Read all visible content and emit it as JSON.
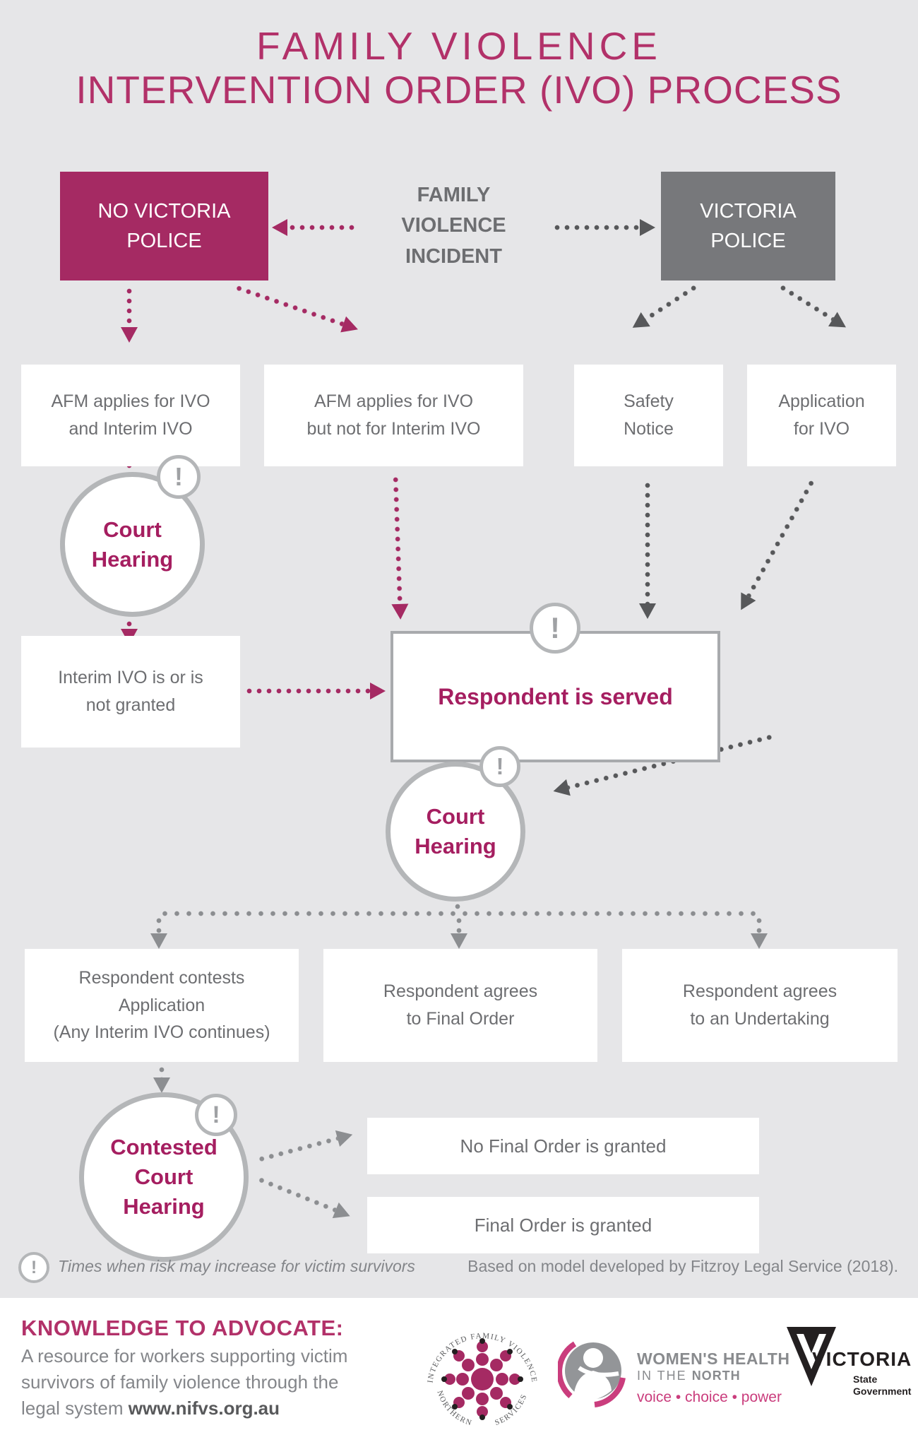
{
  "title": {
    "line1": "FAMILY VIOLENCE",
    "line2": "INTERVENTION ORDER (IVO) PROCESS"
  },
  "nodes": {
    "no_police": "NO VICTORIA\nPOLICE",
    "incident": "FAMILY\nVIOLENCE\nINCIDENT",
    "police": "VICTORIA\nPOLICE",
    "afm_interim": "AFM applies for IVO\nand Interim IVO",
    "afm_no_interim": "AFM applies for IVO\nbut not for Interim IVO",
    "safety_notice": "Safety\nNotice",
    "application_ivo": "Application\nfor IVO",
    "court_hearing": "Court\nHearing",
    "interim_outcome": "Interim IVO is or is\nnot granted",
    "respondent_served": "Respondent is served",
    "contests": "Respondent contests\nApplication\n(Any Interim IVO continues)",
    "agrees_final": "Respondent agrees\nto Final Order",
    "agrees_undertaking": "Respondent agrees\nto an Undertaking",
    "contested_hearing": "Contested\nCourt\nHearing",
    "no_final_order": "No Final Order is granted",
    "final_order": "Final Order is granted"
  },
  "icons": {
    "exclamation": "!"
  },
  "legend": {
    "risk_note": "Times when risk may increase for victim survivors",
    "credit": "Based on model developed by Fitzroy Legal Service (2018)."
  },
  "footer": {
    "heading": "KNOWLEDGE TO ADVOCATE:",
    "line1": "A resource for workers supporting victim",
    "line2": "survivors of family violence through the",
    "line3_prefix": "legal system ",
    "website": "www.nifvs.org.au",
    "logos": {
      "nifvs_arc_top": "INTEGRATED FAMILY VIOLENCE",
      "nifvs_arc_left": "NORTHERN",
      "nifvs_arc_right": "SERVICES",
      "whin_name": "WOMEN'S HEALTH",
      "whin_line2a": "IN THE ",
      "whin_line2b": "NORTH",
      "whin_tagline": "voice • choice • power",
      "victoria_name": "VICTORIA",
      "victoria_sub1": "State",
      "victoria_sub2": "Government"
    }
  },
  "colors": {
    "magenta": "#a52a63",
    "title_magenta": "#b23169",
    "gray_box": "#77787b",
    "text_gray": "#6d6e71",
    "background": "#e6e6e8",
    "dark_dots": "#57585a",
    "mid_dots": "#8c8e91",
    "circle_border": "#b4b6b8",
    "whin_pink": "#ca3d7d"
  }
}
